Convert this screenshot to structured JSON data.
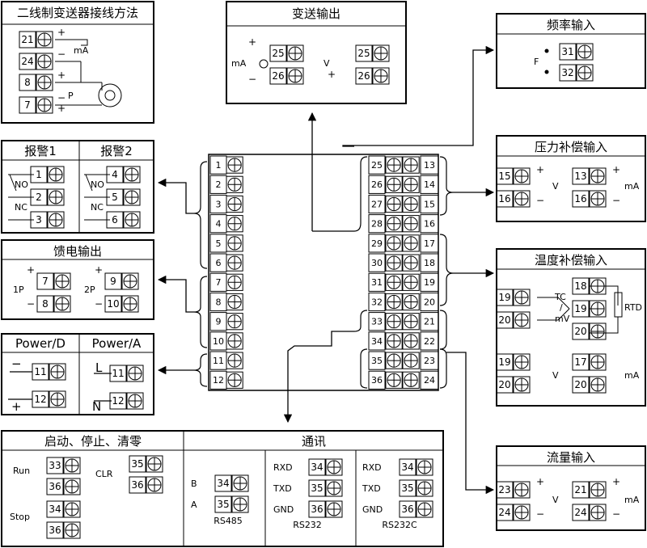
{
  "sections": {
    "two_wire": {
      "title": "二线制变送器接线方法",
      "terminals": [
        "21",
        "24",
        "8",
        "7"
      ],
      "unit": "mA",
      "p": "P",
      "plus": "+",
      "minus": "−"
    },
    "transmit": {
      "title": "变送输出",
      "ma": "mA",
      "v": "V",
      "t1": "25",
      "t2": "26",
      "plus": "+",
      "minus": "−"
    },
    "freq": {
      "title": "频率输入",
      "f": "F",
      "t1": "31",
      "t2": "32"
    },
    "pressure": {
      "title": "压力补偿输入",
      "v_terms": [
        "15",
        "16"
      ],
      "ma_terms": [
        "13",
        "16"
      ],
      "v": "V",
      "ma": "mA"
    },
    "alarm1": {
      "title": "报警1",
      "terms": [
        "1",
        "2",
        "3"
      ],
      "no": "NO",
      "nc": "NC"
    },
    "alarm2": {
      "title": "报警2",
      "terms": [
        "4",
        "5",
        "6"
      ],
      "no": "NO",
      "nc": "NC"
    },
    "feed": {
      "title": "馈电输出",
      "p1": "1P",
      "p2": "2P",
      "t1": [
        "7",
        "8"
      ],
      "t2": [
        "9",
        "10"
      ]
    },
    "power": {
      "title_d": "Power/D",
      "title_a": "Power/A",
      "terms": [
        "11",
        "12"
      ],
      "l": "L",
      "n": "N",
      "minus": "−",
      "plus": "+"
    },
    "temp": {
      "title": "温度补偿输入",
      "tc": "TC",
      "slash": "/",
      "mv": "mV",
      "rtd": "RTD",
      "tc_terms": [
        "19",
        "20"
      ],
      "rtd_terms": [
        "18",
        "19",
        "20"
      ],
      "v_terms": [
        "19",
        "20"
      ],
      "ma_terms": [
        "17",
        "20"
      ],
      "v": "V",
      "ma": "mA"
    },
    "flow": {
      "title": "流量输入",
      "v_terms": [
        "23",
        "24"
      ],
      "ma_terms": [
        "21",
        "24"
      ],
      "v": "V",
      "ma": "mA"
    },
    "start": {
      "title": "启动、停止、清零",
      "run": "Run",
      "stop": "Stop",
      "clr": "CLR",
      "run_terms": [
        "33",
        "36"
      ],
      "clr_terms": [
        "35",
        "36"
      ],
      "stop_terms": [
        "34",
        "36"
      ]
    },
    "comm": {
      "title": "通讯",
      "rs485": {
        "name": "RS485",
        "b": "B",
        "a": "A",
        "terms": [
          "34",
          "35"
        ]
      },
      "rs232": {
        "name": "RS232",
        "labels": [
          "RXD",
          "TXD",
          "GND"
        ],
        "terms": [
          "34",
          "35",
          "36"
        ]
      },
      "rs232c": {
        "name": "RS232C",
        "labels": [
          "RXD",
          "TXD",
          "GND"
        ],
        "terms": [
          "34",
          "35",
          "36"
        ]
      }
    }
  },
  "center": {
    "left": [
      "1",
      "2",
      "3",
      "4",
      "5",
      "6",
      "7",
      "8",
      "9",
      "10",
      "11",
      "12"
    ],
    "right_inner": [
      "25",
      "26",
      "27",
      "28",
      "29",
      "30",
      "31",
      "32",
      "33",
      "34",
      "35",
      "36"
    ],
    "right_outer": [
      "13",
      "14",
      "15",
      "16",
      "17",
      "18",
      "19",
      "20",
      "21",
      "22",
      "23",
      "24"
    ]
  }
}
